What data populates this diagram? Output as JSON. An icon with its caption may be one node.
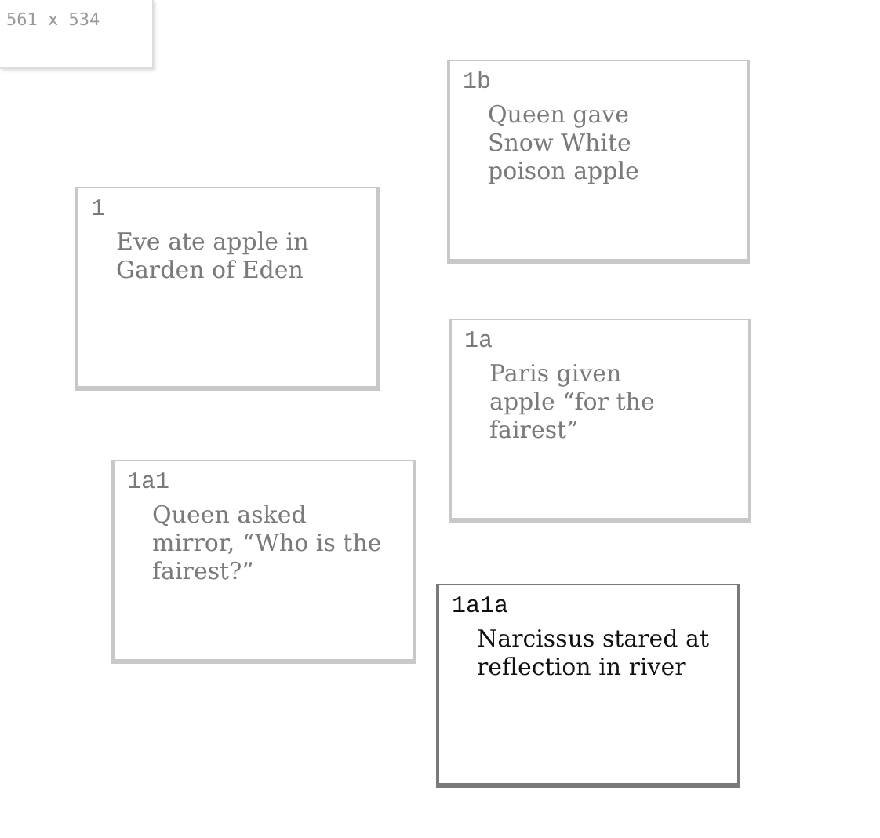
{
  "diagram": {
    "nodes": [
      {
        "text": [
          "1b",
          "Queen gave Snow White poison apple"
        ]
      },
      {
        "text": [
          "1",
          "Eve ate apple in Garden of Eden"
        ]
      },
      {
        "text": [
          "1a",
          "Paris given apple “for the fairest”"
        ]
      },
      {
        "text": [
          "1a1",
          "Queen asked mirror, “Who is the fairest?”"
        ]
      },
      {
        "text": [
          "1a1a",
          "Narcissus stared at reflection in river"
        ]
      }
    ],
    "labels": [
      "561 x 534"
    ]
  }
}
